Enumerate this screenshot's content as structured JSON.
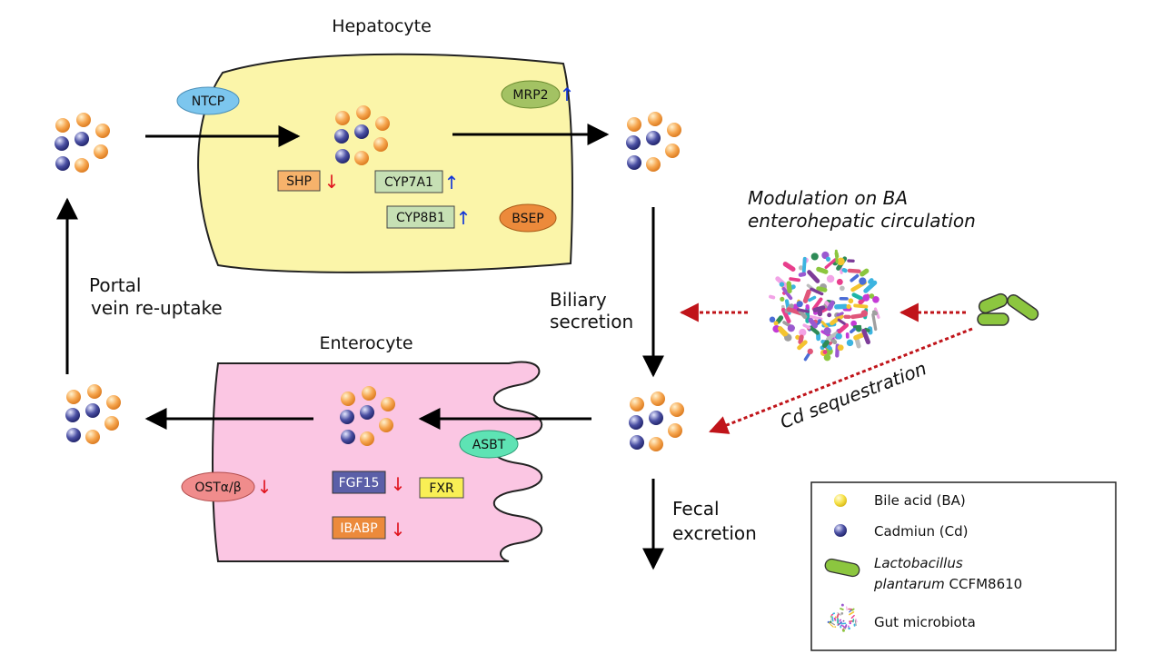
{
  "colors": {
    "hepatocyte_fill": "#fbf5a9",
    "enterocyte_fill": "#fbc6e3",
    "bile_acid": "#f4a24a",
    "cadmium": "#3b3f8f",
    "up_arrow": "#1034d8",
    "down_arrow": "#e0141e",
    "dashed_arrow": "#c0141a",
    "lactobacillus": "#8cc63f"
  },
  "cells": {
    "hepatocyte": "Hepatocyte",
    "enterocyte": "Enterocyte"
  },
  "transporters": {
    "ntcp": "NTCP",
    "mrp2": "MRP2",
    "bsep": "BSEP",
    "asbt": "ASBT",
    "ost": "OSTα/β"
  },
  "genes": {
    "shp": "SHP",
    "cyp7a1": "CYP7A1",
    "cyp8b1": "CYP8B1",
    "fgf15": "FGF15",
    "fxr": "FXR",
    "ibabp": "IBABP"
  },
  "regulation": {
    "up": "↑",
    "down": "↓"
  },
  "process_labels": {
    "portal_line1": "Portal",
    "portal_line2": "vein re-uptake",
    "biliary_line1": "Biliary",
    "biliary_line2": "secretion",
    "fecal_line1": "Fecal",
    "fecal_line2": "excretion",
    "modulation_line1": "Modulation on BA",
    "modulation_line2": "enterohepatic circulation",
    "sequestration": "Cd  sequestration"
  },
  "legend": {
    "bile_acid": "Bile acid (BA)",
    "cadmium": "Cadmiun (Cd)",
    "lacto_line1": "Lactobacillus",
    "lacto_line2_italic": "plantarum",
    "lacto_line2_strain": " CCFM8610",
    "microbiota": "Gut microbiota"
  }
}
